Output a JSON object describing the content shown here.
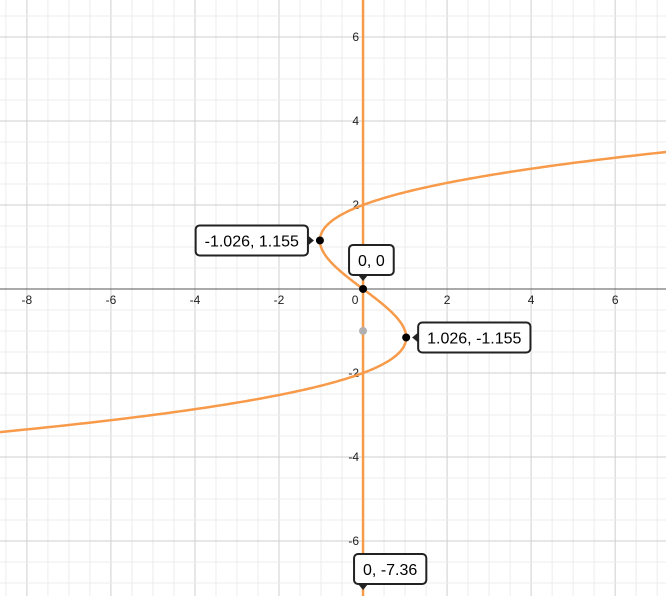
{
  "chart_data": {
    "type": "line",
    "title": "",
    "xlabel": "",
    "ylabel": "",
    "xlim": [
      -8.64,
      7.21
    ],
    "ylim": [
      -7.31,
      6.88
    ],
    "grid": true,
    "minor_step": 0.5,
    "major_step": 2,
    "x_ticks": [
      "-8",
      "-6",
      "-4",
      "-2",
      "0",
      "2",
      "4",
      "6"
    ],
    "x_tick_values": [
      -8,
      -6,
      -4,
      -2,
      0,
      2,
      4,
      6
    ],
    "y_ticks": [
      "6",
      "4",
      "2",
      "-2",
      "-4",
      "-6"
    ],
    "y_tick_values": [
      6,
      4,
      2,
      -2,
      -4,
      -6
    ],
    "series": [
      {
        "name": "x = y^3/3 - 4y/3",
        "color": "#f79a4a",
        "kind": "parametric-in-y",
        "a": 0.3333,
        "b": -1.3333
      },
      {
        "name": "x = 0",
        "color": "#f79a4a",
        "kind": "vertical",
        "x": 0
      }
    ],
    "points": [
      {
        "x": -1.026,
        "y": 1.155,
        "label": "-1.026, 1.155",
        "color": "#000000"
      },
      {
        "x": 0,
        "y": 0,
        "label": "0, 0",
        "color": "#000000"
      },
      {
        "x": 1.026,
        "y": -1.155,
        "label": "1.026, -1.155",
        "color": "#000000"
      },
      {
        "x": 0,
        "y": -7.36,
        "label": "0, -7.36",
        "color": "#000000"
      }
    ],
    "hover_point": {
      "x": 0,
      "y": -1,
      "color": "#b0b0b0"
    }
  }
}
